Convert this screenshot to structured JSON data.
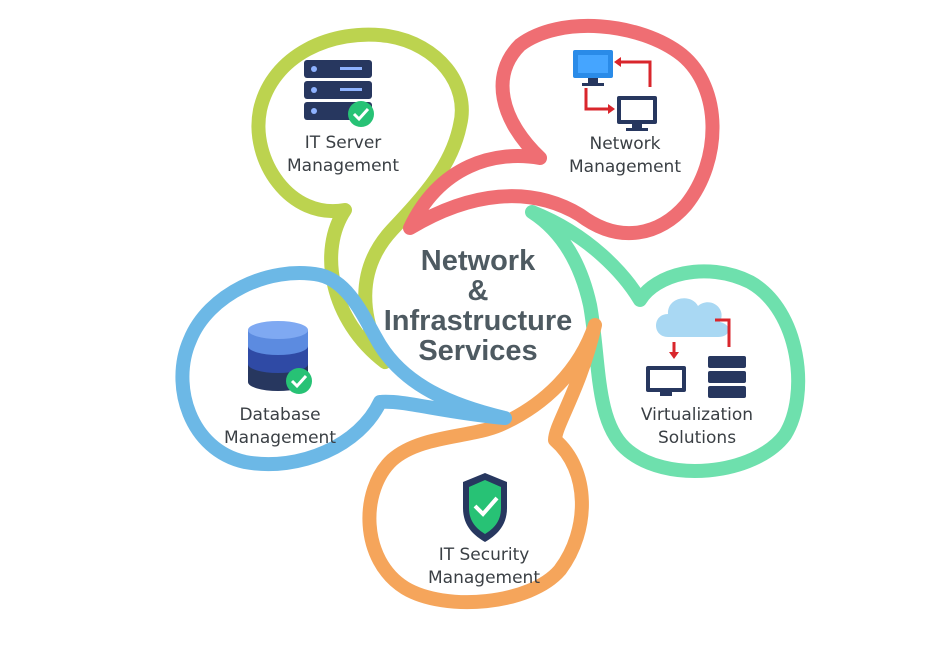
{
  "center_title": {
    "line1": "Network",
    "line2": "&",
    "line3": "Infrastructure",
    "line4": "Services"
  },
  "segments": [
    {
      "line1": "IT Server",
      "line2": "Management",
      "color": "#bcd34f",
      "icon": "server-rack-check-icon"
    },
    {
      "line1": "Network",
      "line2": "Management",
      "color": "#ef6e73",
      "icon": "networked-computers-icon"
    },
    {
      "line1": "Virtualization",
      "line2": "Solutions",
      "color": "#6ee0ad",
      "icon": "cloud-server-icon"
    },
    {
      "line1": "IT Security",
      "line2": "Management",
      "color": "#f5a55b",
      "icon": "shield-check-icon"
    },
    {
      "line1": "Database",
      "line2": "Management",
      "color": "#6cb8e6",
      "icon": "database-check-icon"
    }
  ],
  "colors": {
    "text": "#3a3f44",
    "title": "#4e5a61",
    "navy": "#27375f",
    "check": "#27c275",
    "arrow": "#d9262c"
  }
}
